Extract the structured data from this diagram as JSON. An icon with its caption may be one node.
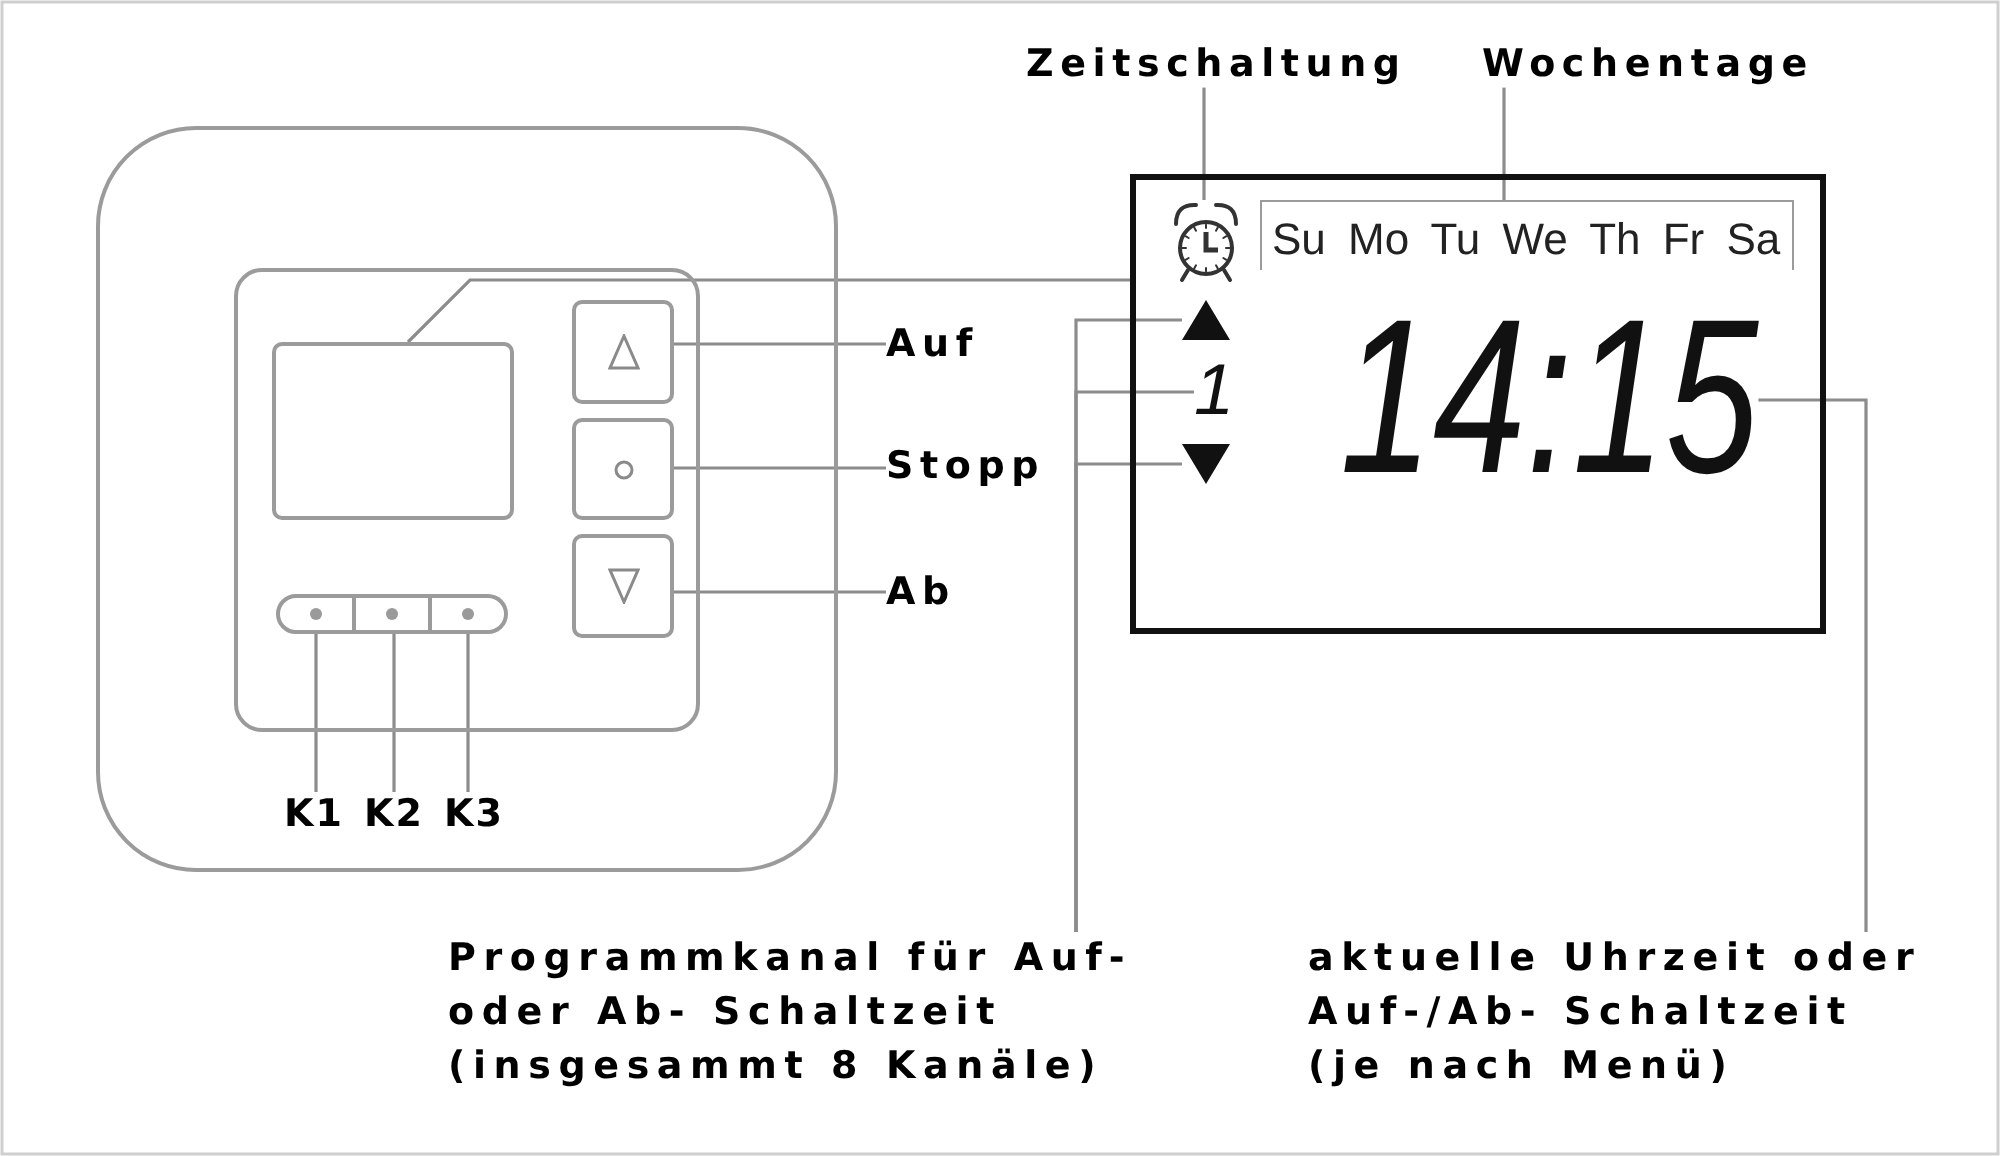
{
  "diagram": {
    "nodes": [
      {
        "text": [
          "Zeitschaltung"
        ]
      },
      {
        "text": [
          "Wochentage"
        ]
      },
      {
        "text": [],
        "shape": "box"
      },
      {
        "text": [],
        "shape": "box",
        "in": 2
      },
      {
        "text": [],
        "shape": "box",
        "in": 3
      },
      {
        "text": [],
        "shape": "box",
        "in": 3
      },
      {
        "text": [],
        "shape": "box",
        "in": 3
      },
      {
        "text": [],
        "shape": "box",
        "in": 3
      },
      {
        "text": [],
        "shape": "box",
        "in": 3
      },
      {
        "text": [],
        "shape": "box",
        "in": 3
      },
      {
        "text": [],
        "shape": "box",
        "in": 3
      },
      {
        "text": [
          "Auf"
        ]
      },
      {
        "text": [
          "Stopp"
        ]
      },
      {
        "text": [
          "Ab"
        ]
      },
      {
        "text": [],
        "shape": "box"
      },
      {
        "text": [],
        "shape": "picture",
        "in": 14
      },
      {
        "text": [
          "Su Mo Tu We Th Fr Sa"
        ],
        "in": 14
      },
      {
        "text": [],
        "shape": "triangle",
        "in": 14
      },
      {
        "text": [
          "1"
        ],
        "in": 14
      },
      {
        "text": [],
        "shape": "triangle",
        "in": 14
      },
      {
        "text": [
          "14:15"
        ],
        "in": 14
      },
      {
        "text": [
          "K1"
        ],
        "in": 2
      },
      {
        "text": [
          "K2"
        ],
        "in": 2
      },
      {
        "text": [
          "K3"
        ],
        "in": 2
      },
      {
        "text": [
          "Programmkanal für Auf- oder Ab- Schaltzeit (insgesammt 8 Kanäle)"
        ]
      },
      {
        "text": [
          "aktuelle Uhrzeit oder Auf-/Ab- Schaltzeit (je nach Menü)"
        ]
      }
    ],
    "edges": [
      {
        "from": 0,
        "to": 15,
        "arrow": "none"
      },
      {
        "from": 1,
        "to": 16,
        "arrow": "none"
      },
      {
        "from": 4,
        "to": 14,
        "arrow": "none"
      },
      {
        "from": 11,
        "to": 5,
        "arrow": "none"
      },
      {
        "from": 12,
        "to": 6,
        "arrow": "none"
      },
      {
        "from": 13,
        "to": 7,
        "arrow": "none"
      },
      {
        "from": 21,
        "to": 8,
        "arrow": "none"
      },
      {
        "from": 22,
        "to": 9,
        "arrow": "none"
      },
      {
        "from": 23,
        "to": 10,
        "arrow": "none"
      },
      {
        "from": 24,
        "to": 17,
        "arrow": "none"
      },
      {
        "from": 24,
        "to": 18,
        "arrow": "none"
      },
      {
        "from": 24,
        "to": 19,
        "arrow": "none"
      },
      {
        "from": 25,
        "to": 20,
        "arrow": "none"
      }
    ]
  }
}
